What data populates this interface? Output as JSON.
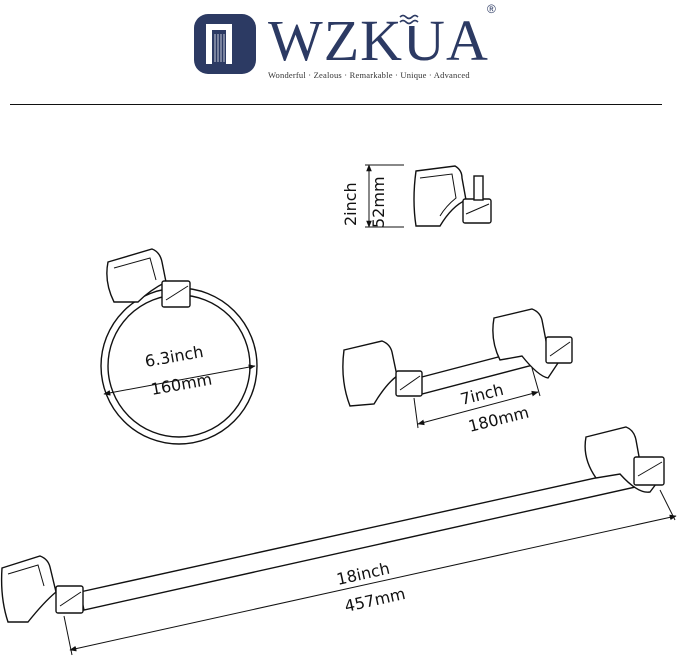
{
  "brand": {
    "name": "WZKUA",
    "registered_mark": "®",
    "tagline": "Wonderful · Zealous · Remarkable · Unique · Advanced",
    "color": "#2c3a63"
  },
  "products": {
    "robe_hook": {
      "height_in": "2inch",
      "height_mm": "52mm"
    },
    "towel_ring": {
      "diameter_in": "6.3inch",
      "diameter_mm": "160mm"
    },
    "paper_holder": {
      "length_in": "7inch",
      "length_mm": "180mm"
    },
    "towel_bar": {
      "length_in": "18inch",
      "length_mm": "457mm"
    }
  },
  "icons": [
    "brand-logo-icon",
    "wave-icon"
  ]
}
